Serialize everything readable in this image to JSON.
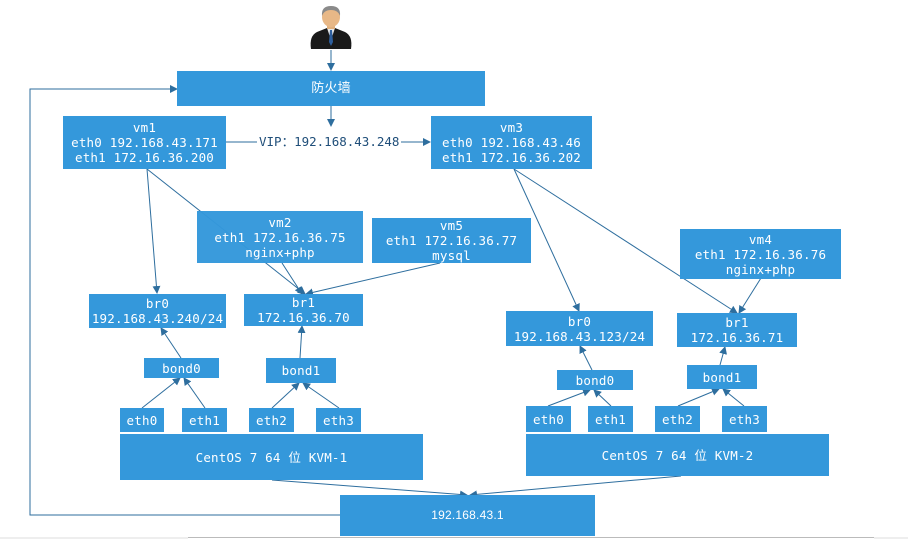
{
  "colors": {
    "node": "#3498db",
    "line": "#2e6e9e",
    "text": "#ffffff"
  },
  "user": {
    "icon": "user-avatar-icon"
  },
  "firewall": {
    "label": "防火墙"
  },
  "vip": {
    "label": "VIP：192.168.43.248"
  },
  "vm1": {
    "lines": [
      "vm1",
      "eth0 192.168.43.171",
      "eth1 172.16.36.200"
    ]
  },
  "vm3": {
    "lines": [
      "vm3",
      "eth0 192.168.43.46",
      "eth1 172.16.36.202"
    ]
  },
  "vm2": {
    "lines": [
      "vm2",
      "eth1 172.16.36.75",
      "nginx+php"
    ]
  },
  "vm5": {
    "lines": [
      "vm5",
      "eth1 172.16.36.77",
      "mysql"
    ]
  },
  "vm4": {
    "lines": [
      "vm4",
      "eth1 172.16.36.76",
      "nginx+php"
    ]
  },
  "kvm1": {
    "br0": {
      "lines": [
        "br0",
        "192.168.43.240/24"
      ]
    },
    "br1": {
      "lines": [
        "br1",
        "172.16.36.70"
      ]
    },
    "bond0": "bond0",
    "bond1": "bond1",
    "nics": [
      "eth0",
      "eth1",
      "eth2",
      "eth3"
    ],
    "host": "CentOS 7 64 位 KVM-1"
  },
  "kvm2": {
    "br0": {
      "lines": [
        "br0",
        "192.168.43.123/24"
      ]
    },
    "br1": {
      "lines": [
        "br1",
        "172.16.36.71"
      ]
    },
    "bond0": "bond0",
    "bond1": "bond1",
    "nics": [
      "eth0",
      "eth1",
      "eth2",
      "eth3"
    ],
    "host": "CentOS 7 64 位 KVM-2"
  },
  "gateway": {
    "label": "192.168.43.1"
  }
}
